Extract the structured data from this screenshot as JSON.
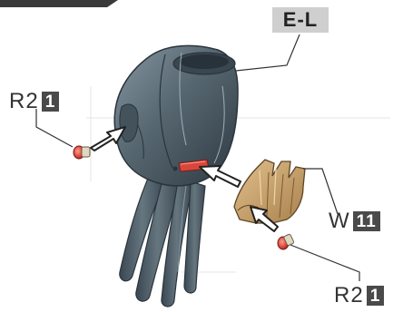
{
  "labels": {
    "part_main": "E-L",
    "callout_left": {
      "text": "R2",
      "num": "1"
    },
    "callout_right_top": {
      "text": "W",
      "num": "11"
    },
    "callout_right_bottom": {
      "text": "R2",
      "num": "1"
    }
  },
  "colors": {
    "hand": "#4f5f6c",
    "hand_highlight": "#7d8c98",
    "hand_shadow": "#2f3b45",
    "armor_tan": "#c8a46f",
    "armor_shadow": "#9d7a48",
    "pin_red": "#d9473c",
    "outline": "#2e2e2e"
  }
}
